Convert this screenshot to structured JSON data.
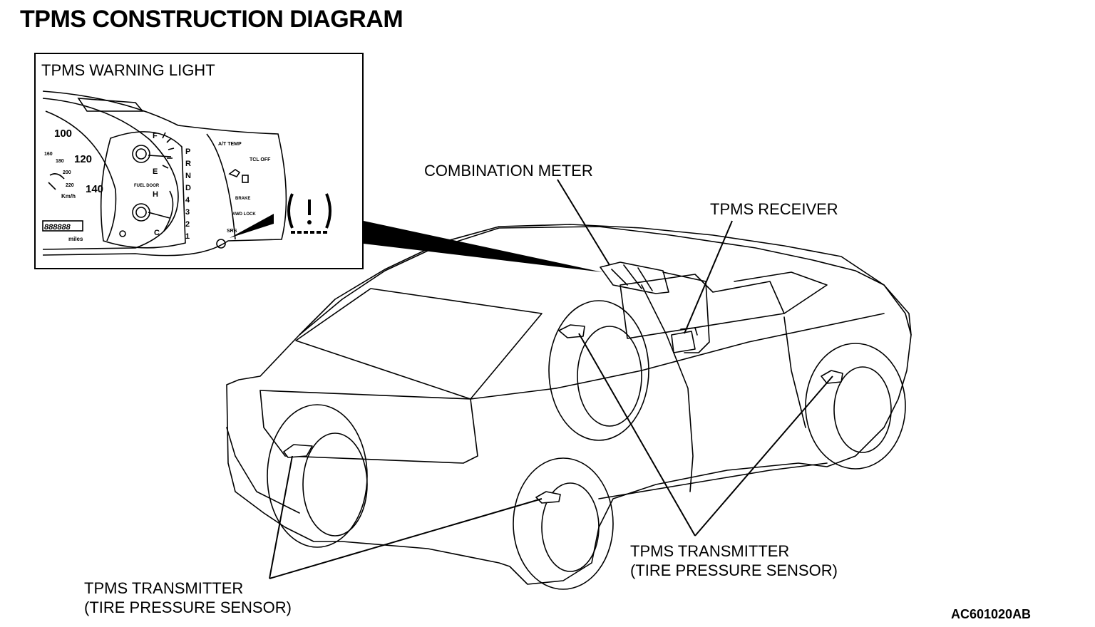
{
  "title": "TPMS CONSTRUCTION DIAGRAM",
  "inset": {
    "label": "TPMS WARNING LIGHT",
    "speedo": {
      "ticks": [
        "100",
        "120",
        "140"
      ],
      "small": [
        "160",
        "180",
        "200",
        "220"
      ],
      "unit": "Km/h",
      "odometer": "888888",
      "odo_unit": "miles"
    },
    "fuel": {
      "full": "F",
      "empty": "E",
      "door": "FUEL DOOR"
    },
    "temp": {
      "hot": "H",
      "cold": "C"
    },
    "gears": [
      "P",
      "R",
      "N",
      "D",
      "4",
      "3",
      "2",
      "1"
    ],
    "indicators": {
      "at_temp": "A/T TEMP",
      "tcl_off": "TCL OFF",
      "brake": "BRAKE",
      "awd_lock": "AWD LOCK",
      "srs": "SRS"
    }
  },
  "labels": {
    "combination_meter": "COMBINATION METER",
    "tpms_receiver": "TPMS RECEIVER",
    "transmitter_right_l1": "TPMS TRANSMITTER",
    "transmitter_right_l2": "(TIRE PRESSURE SENSOR)",
    "transmitter_left_l1": "TPMS TRANSMITTER",
    "transmitter_left_l2": "(TIRE PRESSURE SENSOR)"
  },
  "figure_code": "AC601020AB"
}
